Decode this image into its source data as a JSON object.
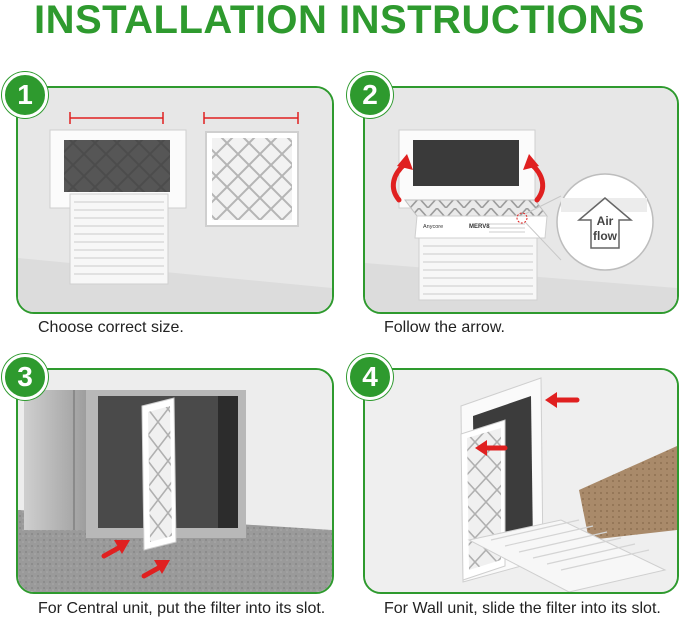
{
  "title": "INSTALLATION INSTRUCTIONS",
  "steps": [
    {
      "number": "1",
      "caption": "Choose correct size."
    },
    {
      "number": "2",
      "caption": "Follow the arrow."
    },
    {
      "number": "3",
      "caption": "For Central unit, put the filter into its slot."
    },
    {
      "number": "4",
      "caption": "For Wall unit, slide the filter into its slot."
    }
  ],
  "filter_label": {
    "brand": "Anycore",
    "rating": "MERV8",
    "airflow_line1": "Air",
    "airflow_line2": "flow"
  },
  "colors": {
    "accent_green": "#2e9a2e",
    "arrow_red": "#e02020"
  }
}
